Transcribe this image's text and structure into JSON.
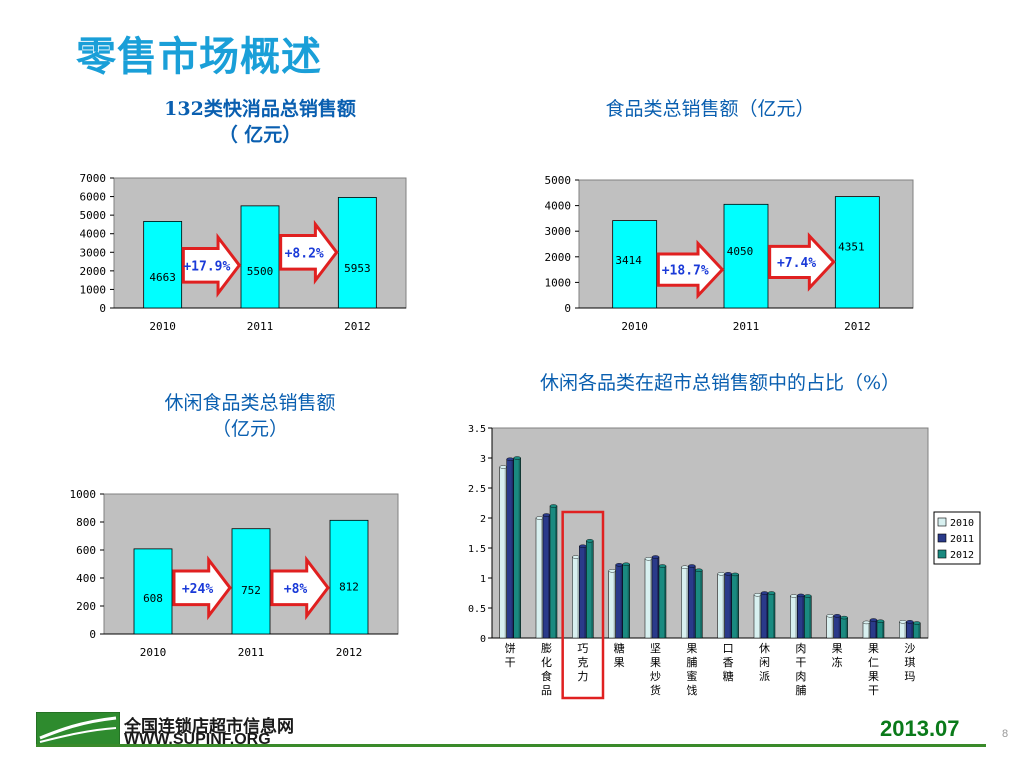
{
  "slide": {
    "title": "零售市场概述",
    "date": "2013.07",
    "page": "8",
    "logo_line1": "全国连锁店超市信息网",
    "logo_line2": "WWW.SUPINF.ORG"
  },
  "chart_data": [
    {
      "id": "fmcg",
      "type": "bar",
      "title_l1": "132类快消品总销售额",
      "title_l2": "（ 亿元）",
      "categories": [
        "2010",
        "2011",
        "2012"
      ],
      "values": [
        4663,
        5500,
        5953
      ],
      "ylim": [
        0,
        7000
      ],
      "yticks": [
        0,
        1000,
        2000,
        3000,
        4000,
        5000,
        6000,
        7000
      ],
      "growth": [
        "+17.9%",
        "+8.2%"
      ],
      "bar_color": "#00ffff",
      "plot_bg": "#c0c0c0"
    },
    {
      "id": "food",
      "type": "bar",
      "title_l1": "食品类总销售额（亿元）",
      "categories": [
        "2010",
        "2011",
        "2012"
      ],
      "values": [
        3414,
        4050,
        4351
      ],
      "ylim": [
        0,
        5000
      ],
      "yticks": [
        0,
        1000,
        2000,
        3000,
        4000,
        5000
      ],
      "growth": [
        "+18.7%",
        "+7.4%"
      ],
      "bar_color": "#00ffff",
      "plot_bg": "#c0c0c0"
    },
    {
      "id": "snack",
      "type": "bar",
      "title_l1": "休闲食品类总销售额",
      "title_l2": "（亿元）",
      "categories": [
        "2010",
        "2011",
        "2012"
      ],
      "values": [
        608,
        752,
        812
      ],
      "ylim": [
        0,
        1000
      ],
      "yticks": [
        0,
        200,
        400,
        600,
        800,
        1000
      ],
      "growth": [
        "+24%",
        "+8%"
      ],
      "bar_color": "#00ffff",
      "plot_bg": "#c0c0c0"
    },
    {
      "id": "share",
      "type": "bar",
      "title_l1": "休闲各品类在超市总销售额中的占比（%）",
      "categories": [
        "饼干",
        "膨化食品",
        "巧克力",
        "糖果",
        "坚果炒货",
        "果脯蜜饯",
        "口香糖",
        "休闲派",
        "肉干肉脯",
        "果冻",
        "果仁果干",
        "沙琪玛"
      ],
      "series": [
        {
          "name": "2010",
          "color": "#d8f0f0",
          "values": [
            2.85,
            2.0,
            1.35,
            1.12,
            1.32,
            1.18,
            1.07,
            0.72,
            0.7,
            0.37,
            0.26,
            0.27
          ]
        },
        {
          "name": "2011",
          "color": "#2a3a8a",
          "values": [
            2.98,
            2.05,
            1.53,
            1.22,
            1.35,
            1.2,
            1.07,
            0.75,
            0.71,
            0.37,
            0.3,
            0.27
          ]
        },
        {
          "name": "2012",
          "color": "#1a8a80",
          "values": [
            3.0,
            2.2,
            1.62,
            1.23,
            1.2,
            1.13,
            1.06,
            0.75,
            0.7,
            0.34,
            0.28,
            0.25
          ]
        }
      ],
      "ylim": [
        0,
        3.5
      ],
      "yticks": [
        0,
        0.5,
        1,
        1.5,
        2,
        2.5,
        3,
        3.5
      ],
      "plot_bg": "#c0c0c0"
    }
  ]
}
